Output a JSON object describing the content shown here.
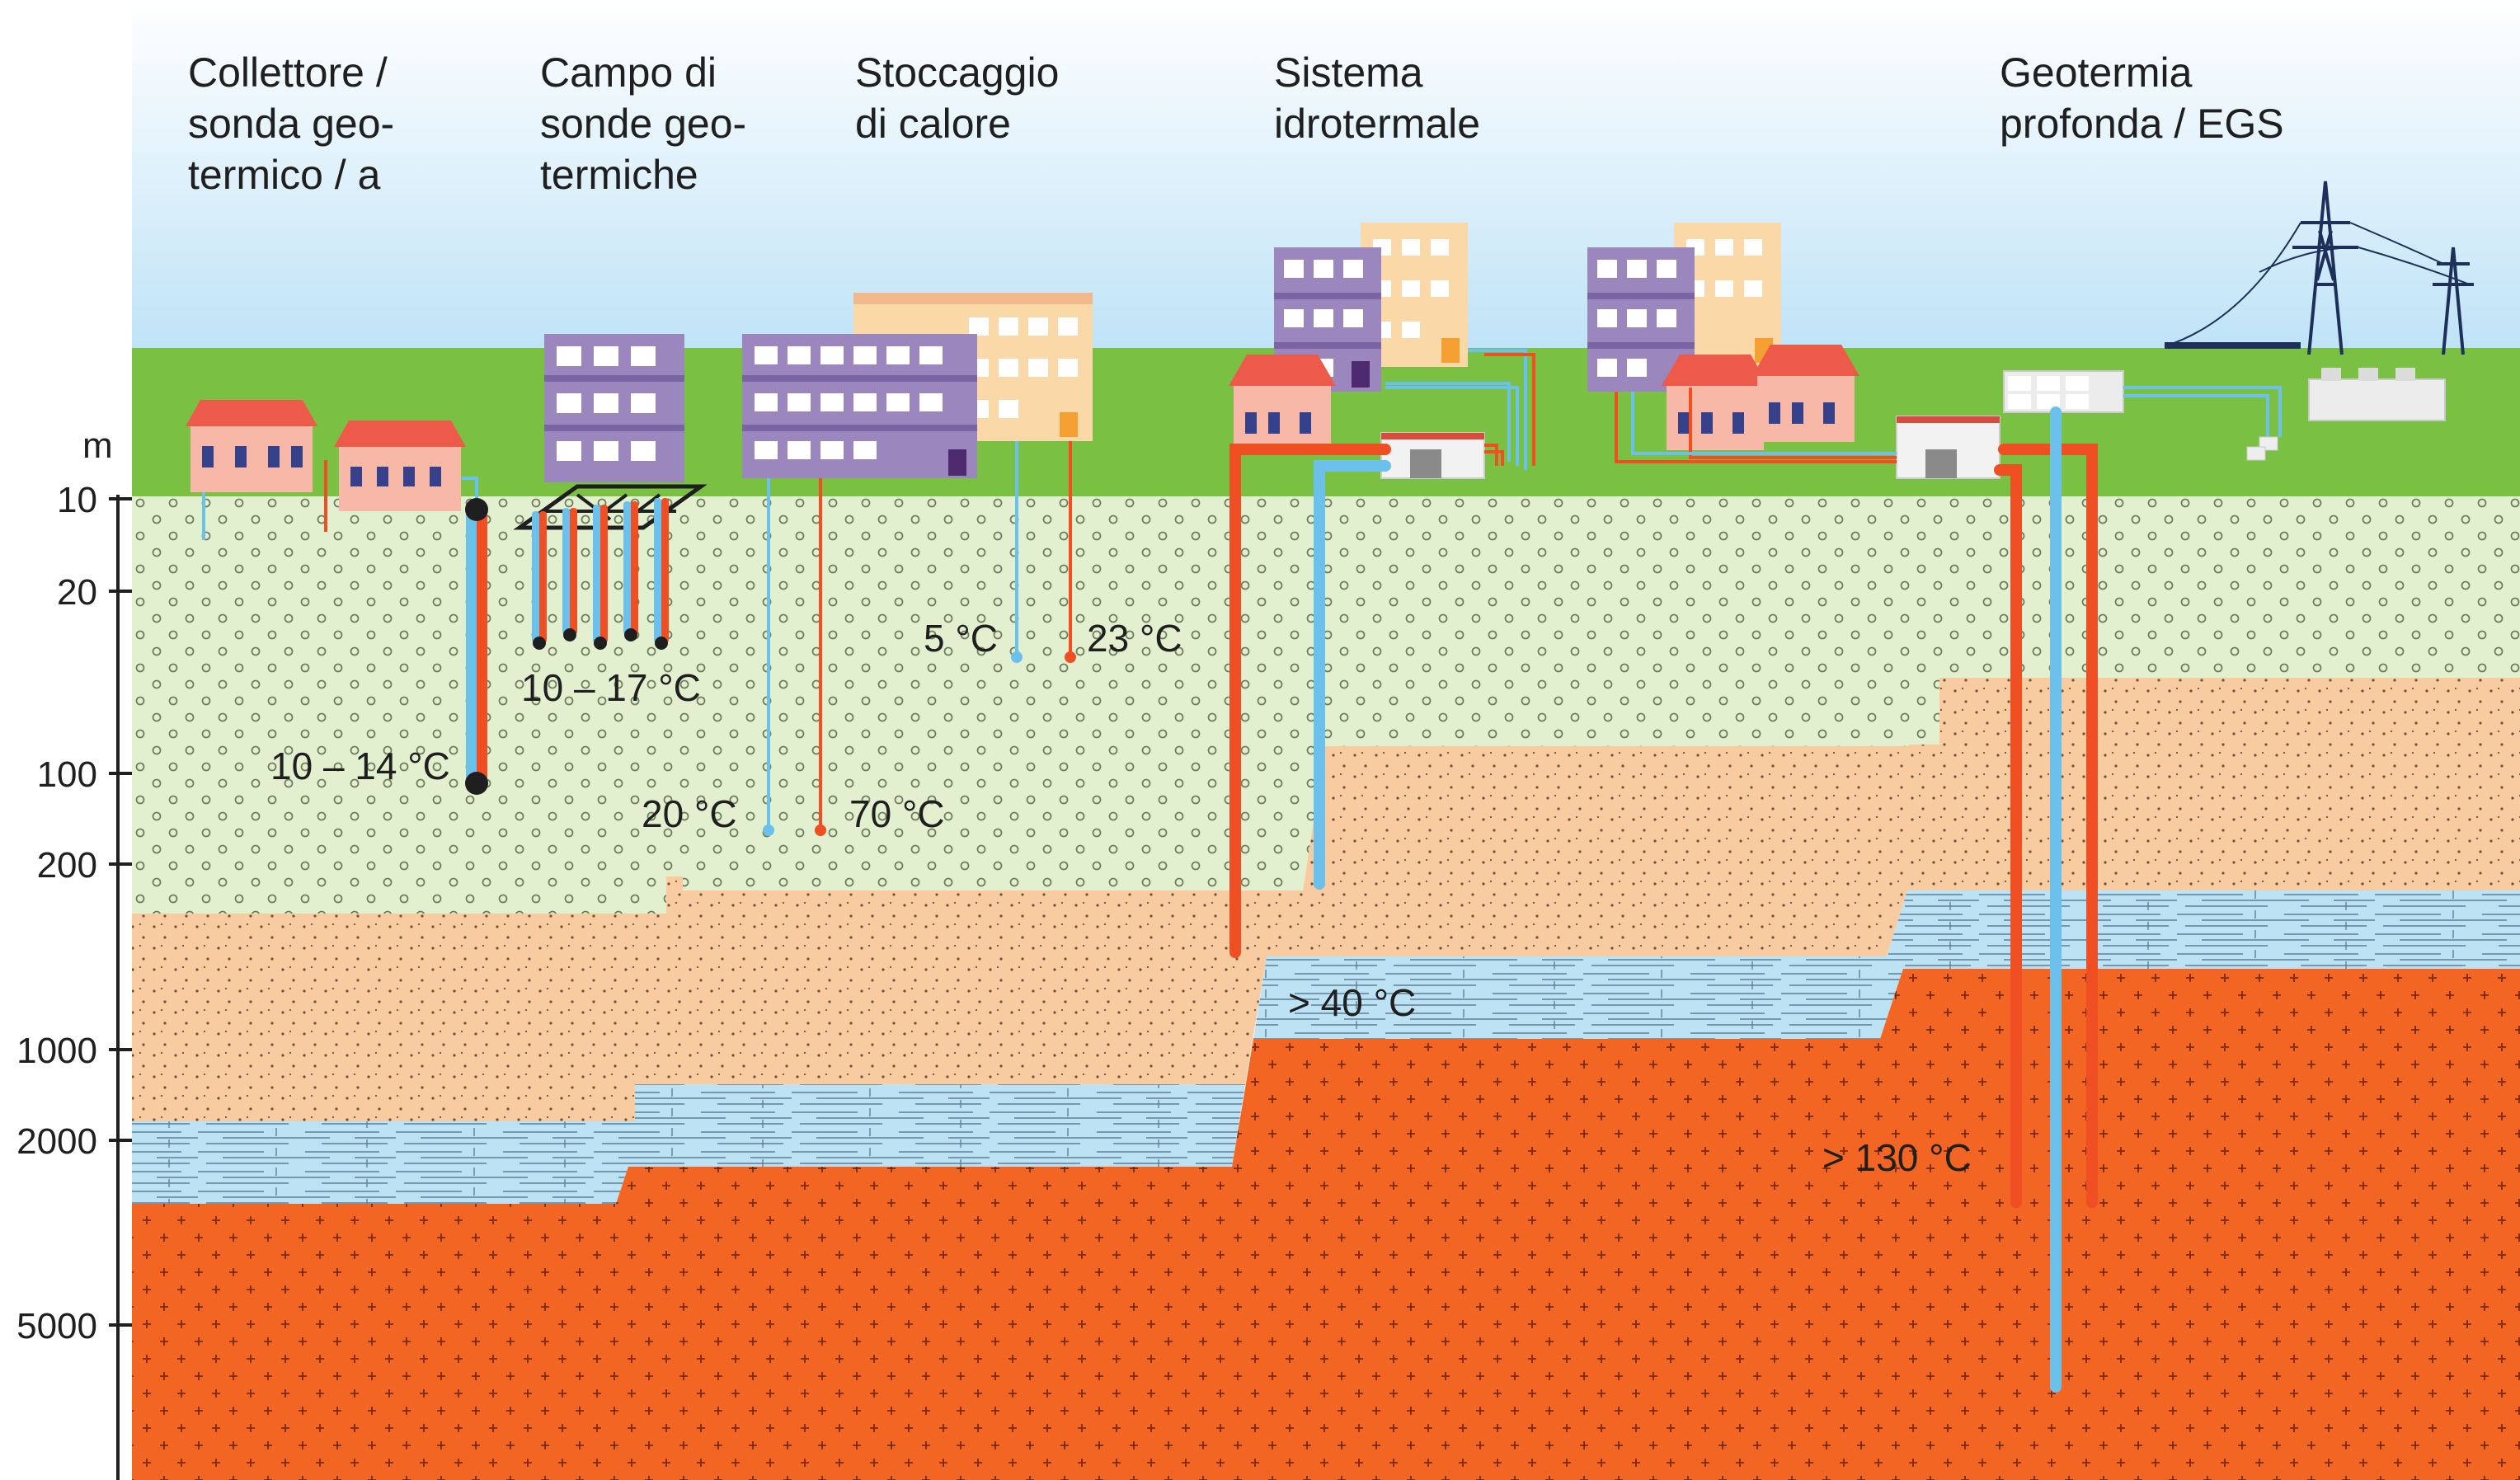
{
  "columns": [
    {
      "lines": [
        "Collettore /",
        "sonda geo-",
        "termico / a"
      ]
    },
    {
      "lines": [
        "Campo di",
        "sonde geo-",
        "termiche"
      ]
    },
    {
      "lines": [
        "Stoccaggio",
        "di calore"
      ]
    },
    {
      "lines": [
        "Sistema",
        "idrotermale"
      ]
    },
    {
      "lines": [
        "Geotermia",
        "profonda / EGS"
      ]
    }
  ],
  "depth_axis": {
    "unit": "m",
    "ticks": [
      "10",
      "20",
      "100",
      "200",
      "1000",
      "2000",
      "5000"
    ]
  },
  "temperatures": {
    "collector": "10 – 14 °C",
    "probe_field": "10 – 17 °C",
    "storage_shallow_cold": "5 °C",
    "storage_shallow_warm": "23 °C",
    "storage_deep_cold": "20 °C",
    "storage_deep_warm": "70 °C",
    "hydrothermal": "> 40 °C",
    "egs": "> 130 °C"
  },
  "colors": {
    "sky_top": "#ffffff",
    "sky_bottom": "#bfe3f7",
    "grass": "#7ac143",
    "soil_green": "#e3f0cf",
    "sand": "#f8cba0",
    "aquifer": "#bde2f4",
    "hot_rock": "#f26522",
    "pipe_hot": "#f04e23",
    "pipe_cold": "#6cc0ec",
    "house_wall": "#f7b8a8",
    "house_roof": "#ee5a4a",
    "apartment_purple": "#9c86be",
    "apartment_beige": "#fbd8a8"
  }
}
